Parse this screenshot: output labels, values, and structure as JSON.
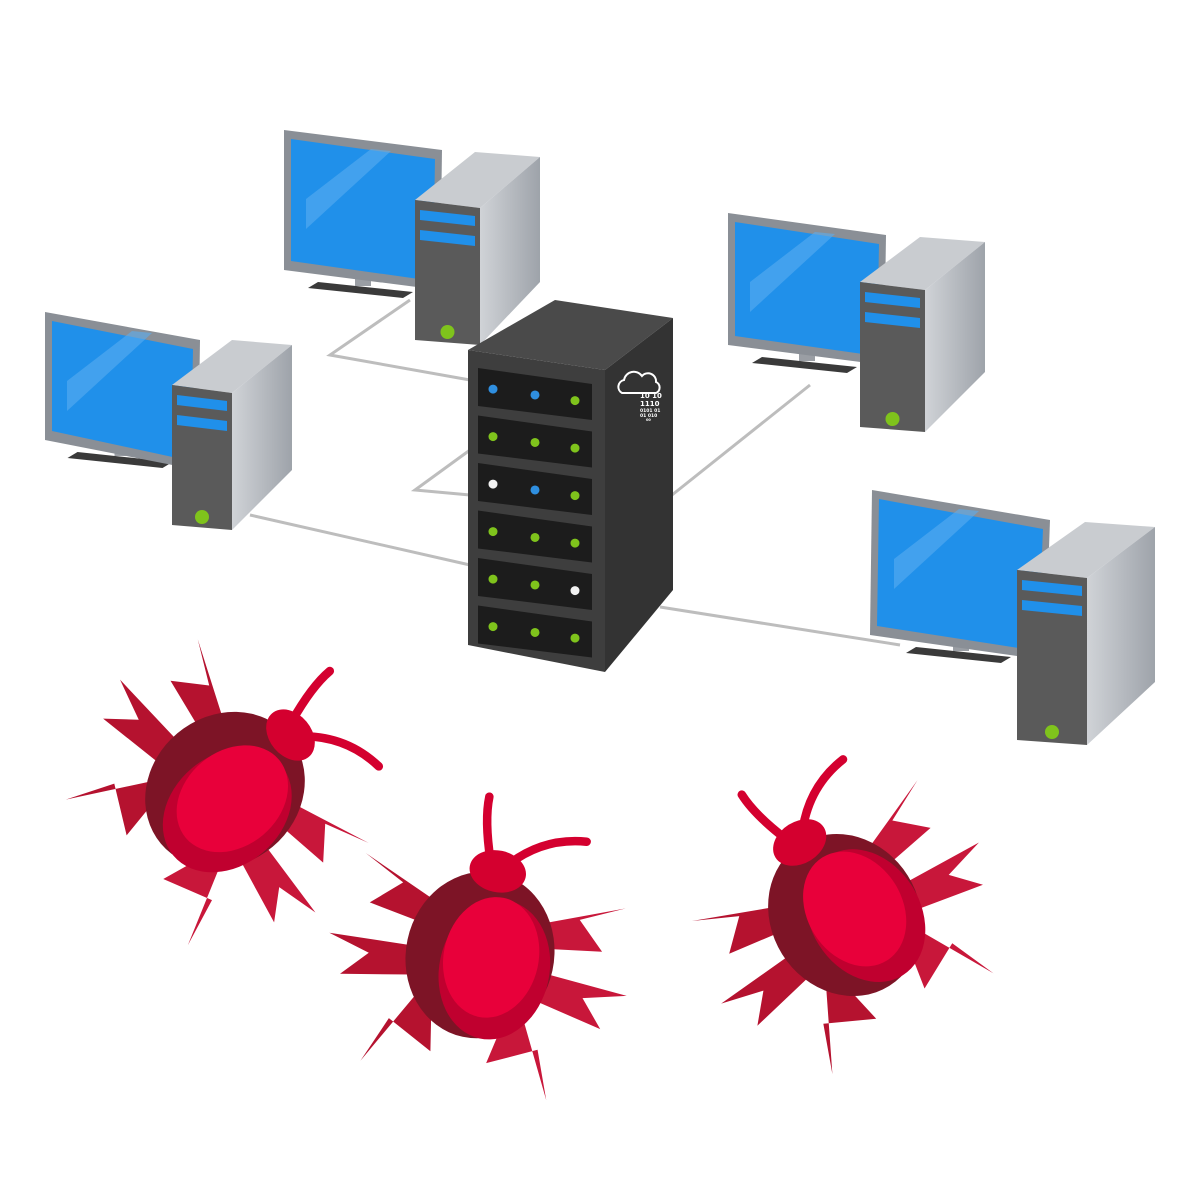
{
  "illustration": {
    "subject": "network-under-malware-attack",
    "server_logo": {
      "icon": "cloud-icon",
      "binary_lines": [
        "10 10",
        "1110",
        "0101 01",
        "01 010",
        "00"
      ]
    },
    "computers": 4,
    "bugs": 3,
    "server_rack_units": 6
  },
  "colors": {
    "screen": "#2090ea",
    "monitor_frame": "#8a8f96",
    "tower_front": "#5a5a5a",
    "tower_side": "#b8bcc2",
    "server": "#3a3a3a",
    "led_green": "#7fc31c",
    "led_blue": "#2f8fe0",
    "bug_dark": "#7d1426",
    "bug_light": "#e8003a",
    "cable": "#bdbdbd"
  }
}
